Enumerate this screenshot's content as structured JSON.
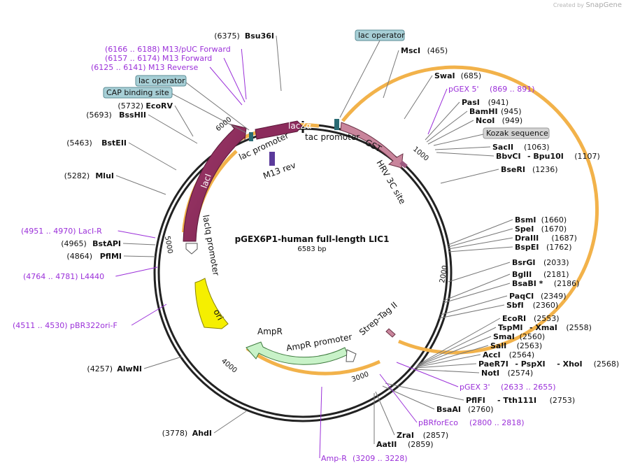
{
  "brand": {
    "created_by": "Created by",
    "app": "SnapGene"
  },
  "plasmid": {
    "name": "pGEX6P1-human full-length LIC1",
    "size": "6583 bp"
  },
  "ticks": [
    "1000",
    "2000",
    "3000",
    "4000",
    "5000",
    "6000"
  ],
  "features": {
    "lacZa": "lacZα",
    "lac_promoter": "lac promoter",
    "m13_rev": "M13 rev",
    "tac_promoter": "tac promoter",
    "gst": "GST",
    "hrv": "HRV 3C site",
    "laci": "lacI",
    "lacq": "lacIq promoter",
    "ori": "ori",
    "ampr": "AmpR",
    "ampr_promoter": "AmpR promoter",
    "strep": "Strep-Tag II"
  },
  "boxes": {
    "lac_operator_top": "lac operator",
    "lac_operator_left": "lac operator",
    "cap_site": "CAP binding site",
    "kozak": "Kozak sequence"
  },
  "left_labels": [
    {
      "pos": "(6375)",
      "name": "Bsu36I"
    },
    {
      "pos": "(5732)",
      "name": "EcoRV"
    },
    {
      "pos": "(5693)",
      "name": "BssHII"
    },
    {
      "pos": "(5463)",
      "name": "BstEII"
    },
    {
      "pos": "(5282)",
      "name": "MluI"
    },
    {
      "pos": "(4965)",
      "name": "BstAPI"
    },
    {
      "pos": "(4864)",
      "name": "PflMI"
    },
    {
      "pos": "(4257)",
      "name": "AlwNI"
    },
    {
      "pos": "(3778)",
      "name": "AhdI"
    }
  ],
  "left_primers": [
    {
      "text": "(6166 .. 6188)  M13/pUC Forward"
    },
    {
      "text": "(6157 .. 6174)  M13 Forward"
    },
    {
      "text": "(6125 .. 6141)  M13 Reverse"
    },
    {
      "text": "(4951 .. 4970)  LacI-R"
    },
    {
      "text": "(4764 .. 4781)  L4440"
    },
    {
      "text": "(4511 .. 4530)  pBR322ori-F"
    }
  ],
  "right_labels": [
    {
      "name": "MscI",
      "pos": "(465)"
    },
    {
      "name": "SwaI",
      "pos": "(685)"
    },
    {
      "name": "PasI",
      "pos": "(941)"
    },
    {
      "name": "BamHI",
      "pos": "(945)"
    },
    {
      "name": "NcoI",
      "pos": "(949)"
    },
    {
      "name": "SacII",
      "pos": "(1063)"
    },
    {
      "name": "BbvCI",
      "name2": "Bpu10I",
      "pos": "(1107)"
    },
    {
      "name": "BseRI",
      "pos": "(1236)"
    },
    {
      "name": "BsmI",
      "pos": "(1660)"
    },
    {
      "name": "SpeI",
      "pos": "(1670)"
    },
    {
      "name": "DraIII",
      "pos": "(1687)"
    },
    {
      "name": "BspEI",
      "pos": "(1762)"
    },
    {
      "name": "BsrGI",
      "pos": "(2033)"
    },
    {
      "name": "BglII",
      "pos": "(2181)"
    },
    {
      "name": "BsaBI *",
      "pos": "(2186)"
    },
    {
      "name": "PaqCI",
      "pos": "(2349)"
    },
    {
      "name": "SbfI",
      "pos": "(2360)"
    },
    {
      "name": "EcoRI",
      "pos": "(2553)"
    },
    {
      "name": "TspMI",
      "name2": "XmaI",
      "pos": "(2558)"
    },
    {
      "name": "SmaI",
      "pos": "(2560)"
    },
    {
      "name": "SalI",
      "pos": "(2563)"
    },
    {
      "name": "AccI",
      "pos": "(2564)"
    },
    {
      "name": "PaeR7I",
      "name2": "PspXI",
      "name3": "XhoI",
      "pos": "(2568)"
    },
    {
      "name": "NotI",
      "pos": "(2574)"
    },
    {
      "name": "PflFI",
      "name2": "Tth111I",
      "pos": "(2753)"
    },
    {
      "name": "BsaAI",
      "pos": "(2760)"
    },
    {
      "name": "ZraI",
      "pos": "(2857)"
    },
    {
      "name": "AatII",
      "pos": "(2859)"
    }
  ],
  "right_primers": [
    {
      "text": "pGEX 5'",
      "pos": "(869 .. 891)"
    },
    {
      "text": "pGEX 3'",
      "pos": "(2633 .. 2655)"
    },
    {
      "text": "pBRforEco",
      "pos": "(2800 .. 2818)"
    },
    {
      "text": "Amp-R",
      "pos": "(3209 .. 3228)"
    }
  ]
}
